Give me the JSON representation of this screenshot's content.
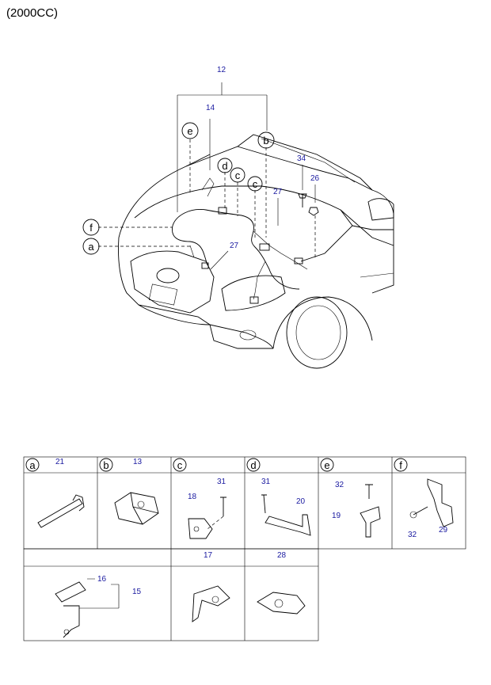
{
  "title": "(2000CC)",
  "callouts": {
    "n12": "12",
    "n14": "14",
    "n34": "34",
    "n26": "26",
    "n27a": "27",
    "n27b": "27",
    "e": "e",
    "b": "b",
    "d": "d",
    "c1": "c",
    "c2": "c",
    "f": "f",
    "a": "a"
  },
  "table": {
    "cells": [
      {
        "letter": "a",
        "part": "21",
        "sub": []
      },
      {
        "letter": "b",
        "part": "13",
        "sub": []
      },
      {
        "letter": "c",
        "part": "",
        "sub": [
          "31",
          "18"
        ]
      },
      {
        "letter": "d",
        "part": "",
        "sub": [
          "31",
          "20"
        ]
      },
      {
        "letter": "e",
        "part": "",
        "sub": [
          "32",
          "19"
        ]
      },
      {
        "letter": "f",
        "part": "",
        "sub": [
          "32",
          "29"
        ]
      }
    ],
    "row2": {
      "n17": "17",
      "n28": "28",
      "n16": "16",
      "n15": "15"
    }
  }
}
